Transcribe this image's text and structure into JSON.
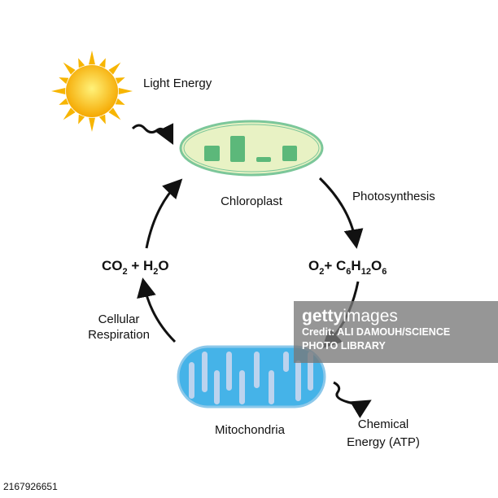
{
  "labels": {
    "light_energy": "Light Energy",
    "chloroplast": "Chloroplast",
    "photosynthesis": "Photosynthesis",
    "mitochondria": "Mitochondria",
    "chemical_energy_1": "Chemical",
    "chemical_energy_2": "Energy (ATP)",
    "cellular_respiration_1": "Cellular",
    "cellular_respiration_2": "Respiration"
  },
  "formulas": {
    "reactants": {
      "co": "CO",
      "co_sub": "2",
      "plus": " + H",
      "h_sub": "2",
      "o": "O"
    },
    "products": {
      "o": "O",
      "o_sub": "2",
      "plus": "+ C",
      "c_sub": "6",
      "h": "H",
      "h_sub": "12",
      "o2": "O",
      "o2_sub": "6"
    }
  },
  "watermark": {
    "brand_bold": "getty",
    "brand_light": "images",
    "credit_1": "Credit: ALI DAMOUH/SCIENCE",
    "credit_2": "PHOTO LIBRARY"
  },
  "image_id": "2167926651",
  "colors": {
    "sun": "#f7b500",
    "chloroplast_fill": "#e8f2c4",
    "chloroplast_stroke": "#7cc79a",
    "grana": "#5cb87a",
    "mito_fill": "#45b3e8",
    "mito_cristae": "#bcd3ee"
  }
}
